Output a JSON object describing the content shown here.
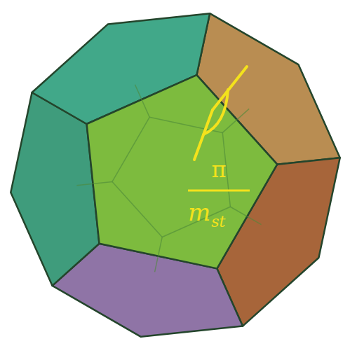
{
  "diagram": {
    "labels": [
      "π",
      "m",
      "st"
    ]
  }
}
